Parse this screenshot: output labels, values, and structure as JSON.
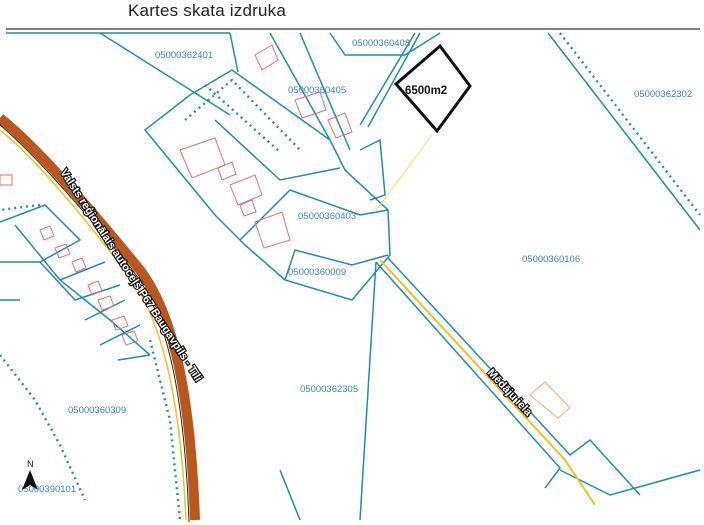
{
  "header": {
    "title": "Kartes skata izdruka"
  },
  "map": {
    "parcels": [
      {
        "id": "p1",
        "text": "05000362401"
      },
      {
        "id": "p2",
        "text": "05000360408"
      },
      {
        "id": "p3",
        "text": "05000360405"
      },
      {
        "id": "p4",
        "text": "05000362302"
      },
      {
        "id": "p5",
        "text": "05000360403"
      },
      {
        "id": "p6",
        "text": "05000360009"
      },
      {
        "id": "p7",
        "text": "05000360106"
      },
      {
        "id": "p8",
        "text": "05000362305"
      },
      {
        "id": "p9",
        "text": "05000360309"
      },
      {
        "id": "p10",
        "text": "05000390101"
      }
    ],
    "highlight": {
      "area_label": "6500m2"
    },
    "roads": {
      "regional": "Valsts reģionālais autoceļš P67 Baugavpils - Tīli",
      "local": "Mēdāju iela"
    },
    "north_arrow": "N",
    "colors": {
      "parcel_boundary": "#1d8ea8",
      "building": "#e07070",
      "main_road": "#b8581f",
      "road_center": "#f0c020",
      "highlight": "#111111",
      "parcel_text": "#3a82c4"
    }
  }
}
